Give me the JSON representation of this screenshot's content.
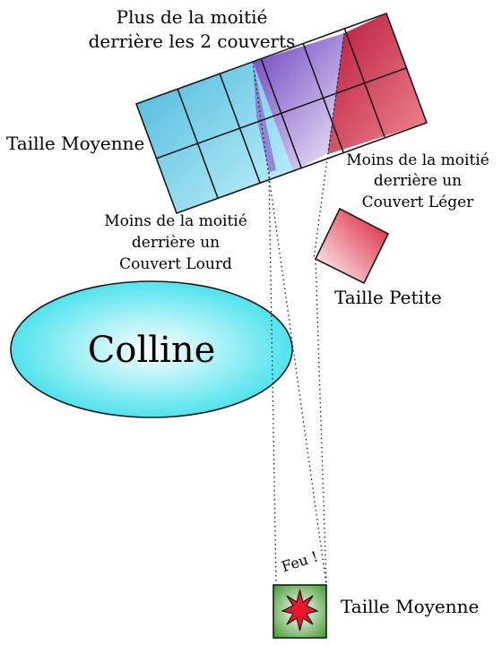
{
  "labels": {
    "top_line1": "Plus de la moitié",
    "top_line2": "derrière les 2 couverts",
    "medium_left": "Taille Moyenne",
    "light_line1": "Moins de la moitié",
    "light_line2": "derrière un",
    "light_line3": "Couvert Léger",
    "heavy_line1": "Moins de la moitié",
    "heavy_line2": "derrière un",
    "heavy_line3": "Couvert Lourd",
    "small": "Taille Petite",
    "hill": "Colline",
    "fire": "Feu !",
    "medium_bottom": "Taille Moyenne"
  },
  "colors": {
    "cyan": "#5fd3e8",
    "violet": "#7b55c8",
    "red": "#c8284a",
    "hill": "#4fe3ee",
    "green": "#5cb84a",
    "burst": "#e8182a"
  }
}
